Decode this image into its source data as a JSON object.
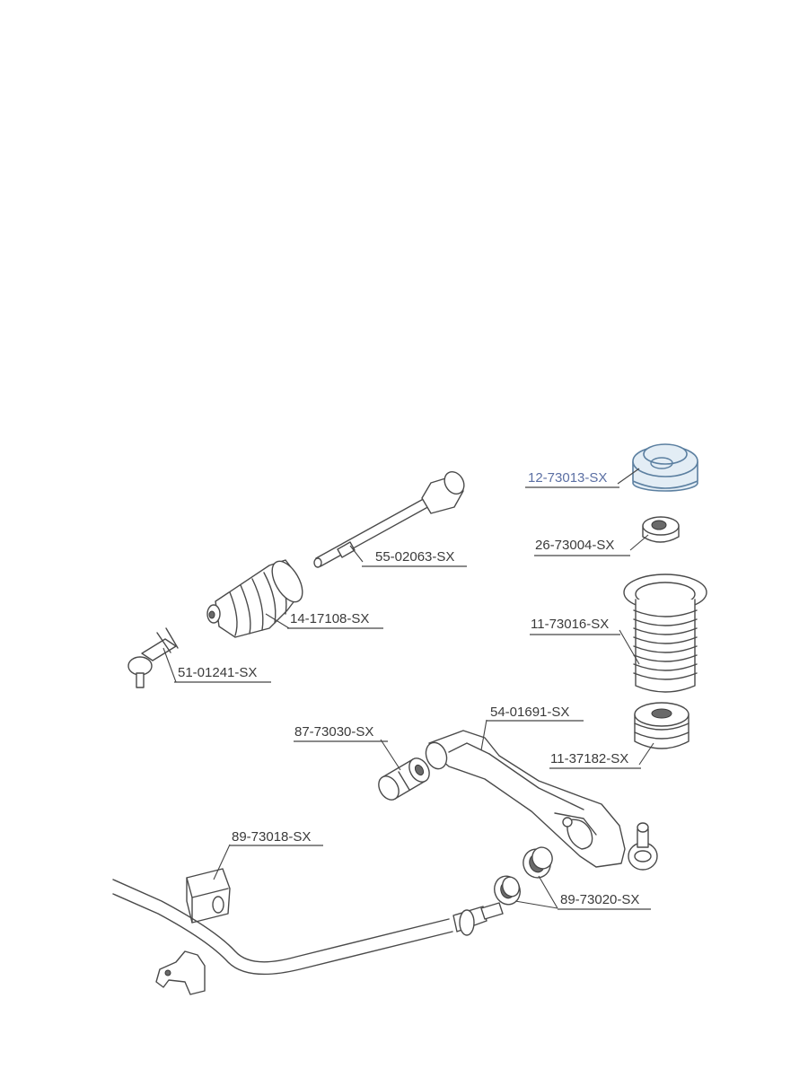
{
  "parts": {
    "strut_mount": {
      "code": "12-73013-SX",
      "color": "#5b6fa3"
    },
    "strut_bearing": {
      "code": "26-73004-SX"
    },
    "dust_boot": {
      "code": "11-73016-SX"
    },
    "bump_stop": {
      "code": "11-37182-SX"
    },
    "control_arm": {
      "code": "54-01691-SX"
    },
    "arm_bushing": {
      "code": "87-73030-SX"
    },
    "inner_tie_rod": {
      "code": "55-02063-SX"
    },
    "rack_boot": {
      "code": "14-17108-SX"
    },
    "tie_rod_end": {
      "code": "51-01241-SX"
    },
    "stabilizer_bushing": {
      "code": "89-73018-SX"
    },
    "link_bushing": {
      "code": "89-73020-SX"
    }
  }
}
